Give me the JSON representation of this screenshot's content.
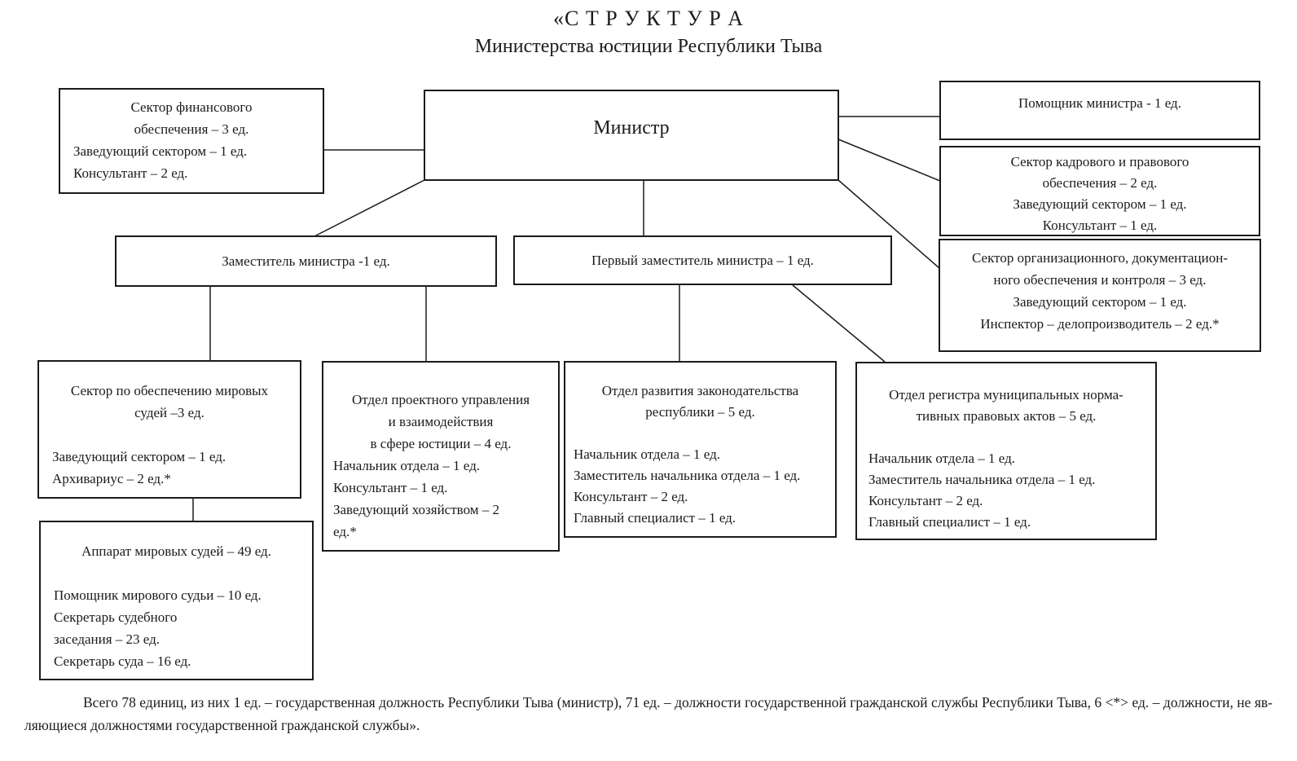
{
  "title": {
    "line1": "«С Т Р У К Т У Р А",
    "line2": "Министерства юстиции Республики Тыва"
  },
  "boxes": {
    "minister": {
      "label": "Министр"
    },
    "finance": {
      "lines": [
        "Сектор финансового",
        "обеспечения  – 3 ед.",
        "Заведующий сектором – 1 ед.",
        "Консультант –   2 ед."
      ]
    },
    "assistant": {
      "label": "Помощник министра - 1 ед."
    },
    "hr": {
      "lines": [
        "Сектор кадрового и правового",
        "обеспечения – 2 ед.",
        "Заведующий сектором – 1 ед.",
        "Консультант  – 1 ед."
      ]
    },
    "org": {
      "lines": [
        "Сектор организационного, документацион-",
        "ного  обеспечения и  контроля – 3 ед.",
        "Заведующий сектором – 1 ед.",
        "Инспектор – делопроизводитель – 2 ед.*"
      ]
    },
    "deputy": {
      "label": "Заместитель министра -1 ед."
    },
    "first_deputy": {
      "label": "Первый заместитель министра – 1 ед."
    },
    "justices": {
      "head": [
        "Сектор по обеспечению мировых",
        "судей –3 ед."
      ],
      "details": [
        "Заведующий сектором – 1 ед.",
        "Архивариус – 2 ед.*"
      ]
    },
    "apparatus": {
      "head": [
        "Аппарат мировых судей – 49 ед."
      ],
      "details": [
        "Помощник мирового судьи – 10 ед.",
        "Секретарь судебного",
        "заседания – 23 ед.",
        "Секретарь суда – 16 ед."
      ]
    },
    "project": {
      "head": [
        "Отдел проектного управления",
        "и взаимодействия",
        "в сфере юстиции – 4 ед."
      ],
      "details": [
        "Начальник отдела – 1 ед.",
        "Консультант – 1 ед.",
        "Заведующий хозяйством – 2",
        "ед.*"
      ]
    },
    "legislation": {
      "head": [
        "Отдел развития законодательства",
        "республики – 5 ед."
      ],
      "details": [
        "Начальник отдела – 1 ед.",
        "Заместитель начальника отдела – 1 ед.",
        "Консультант – 2 ед.",
        "Главный специалист – 1 ед."
      ]
    },
    "registry": {
      "head": [
        "Отдел регистра муниципальных норма-",
        "тивных правовых актов – 5 ед."
      ],
      "details": [
        "Начальник отдела – 1 ед.",
        "Заместитель начальника отдела – 1 ед.",
        "Консультант – 2 ед.",
        "Главный специалист – 1 ед."
      ]
    }
  },
  "footer": {
    "line1": "Всего 78 единиц, из них 1 ед. – государственная должность Республики Тыва (министр), 71 ед. – должности государственной гражданской службы Республики Тыва, 6 <*> ед. – должности, не яв-",
    "line2": "ляющиеся должностями государственной гражданской службы»."
  }
}
